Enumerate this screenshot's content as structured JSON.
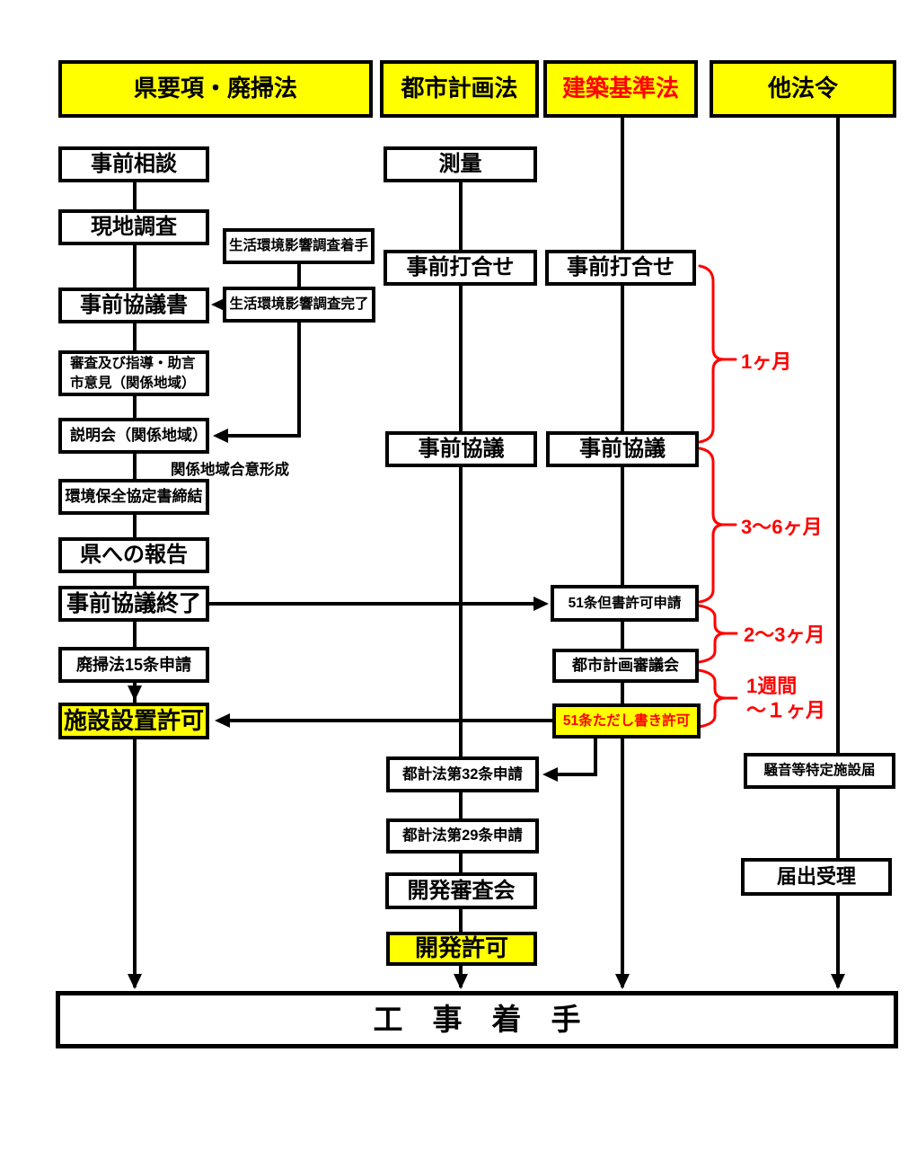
{
  "colors": {
    "highlight_yellow": "#ffff00",
    "accent_red": "#ff0000",
    "line_black": "#000000"
  },
  "headers": {
    "col1": "県要項・廃掃法",
    "col2": "都市計画法",
    "col3": "建築基準法",
    "col4": "他法令"
  },
  "nodes": {
    "prior_consultation": "事前相談",
    "site_survey": "現地調査",
    "env_impact_survey_start": "生活環境影響調査着手",
    "prior_consultation_doc": "事前協議書",
    "env_impact_survey_complete": "生活環境影響調査完了",
    "review_guidance_line1": "審査及び指導・助言",
    "review_guidance_line2": "市意見（関係地域）",
    "briefing_session": "説明会（関係地域）",
    "env_agreement": "環境保全協定書締結",
    "report_to_pref": "県への報告",
    "prior_consultation_end": "事前協議終了",
    "waste_law_art15_application": "廃掃法15条申請",
    "facility_permit": "施設設置許可",
    "surveying": "測量",
    "prior_meeting_cityplan": "事前打合せ",
    "prior_consult_cityplan": "事前協議",
    "cityplan_art32_application": "都計法第32条申請",
    "cityplan_art29_application": "都計法第29条申請",
    "development_review_board": "開発審査会",
    "development_permit": "開発許可",
    "prior_meeting_building": "事前打合せ",
    "prior_consult_building": "事前協議",
    "art51_proviso_application": "51条但書許可申請",
    "cityplan_council": "都市計画審議会",
    "art51_proviso_permit": "51条ただし書き許可",
    "noise_facility_notification": "騒音等特定施設届",
    "notification_accepted": "届出受理",
    "construction_start": "工　事　着　手"
  },
  "annotations": {
    "kankei_goui": "関係地域合意形成"
  },
  "durations": {
    "d1": "1ヶ月",
    "d2": "3～6ヶ月",
    "d3": "2～3ヶ月",
    "d4_line1": "1週間",
    "d4_line2": "～１ヶ月"
  }
}
